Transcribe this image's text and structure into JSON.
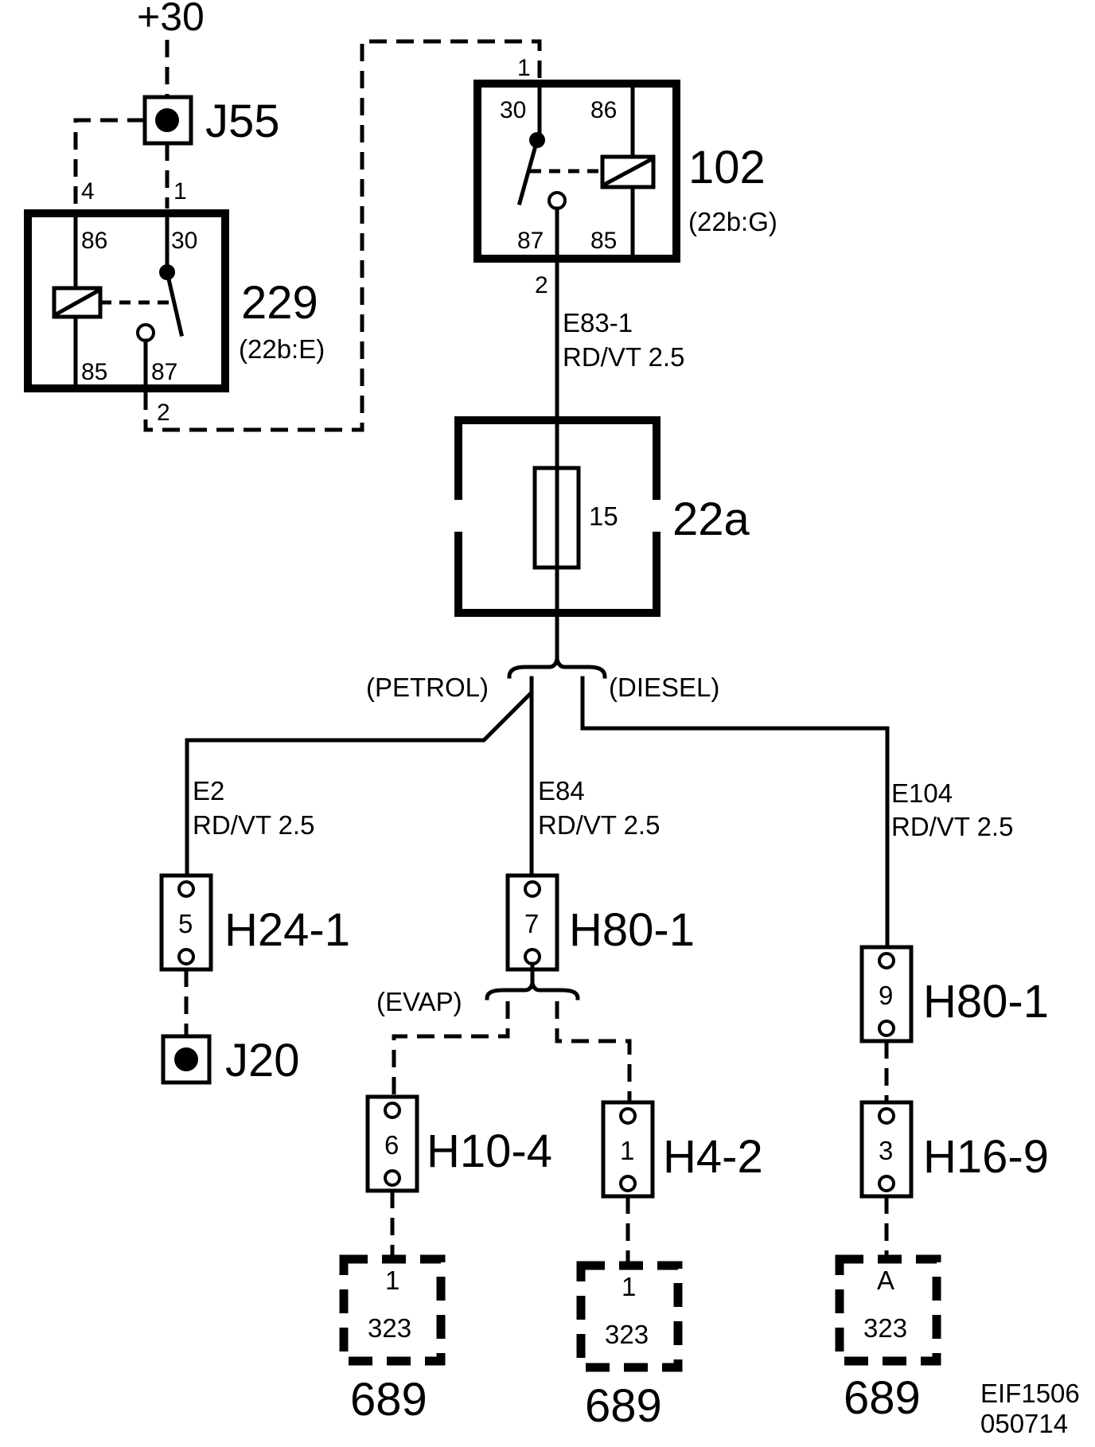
{
  "supply": "+30",
  "j55": "J55",
  "relay_229": {
    "id": "229",
    "ref": "(22b:E)",
    "p86": "86",
    "p30": "30",
    "p85": "85",
    "p87": "87",
    "pin4": "4",
    "pin1": "1",
    "pin2": "2"
  },
  "relay_102": {
    "id": "102",
    "ref": "(22b:G)",
    "p30": "30",
    "p86": "86",
    "p87": "87",
    "p85": "85",
    "pin1": "1",
    "pin2": "2"
  },
  "wire_e83": {
    "id": "E83-1",
    "spec": "RD/VT   2.5"
  },
  "fuse": {
    "box": "22a",
    "number": "15"
  },
  "petrol": "(PETROL)",
  "diesel": "(DIESEL)",
  "evap": "(EVAP)",
  "wire_e2": {
    "id": "E2",
    "spec": "RD/VT  2.5"
  },
  "wire_e84": {
    "id": "E84",
    "spec": "RD/VT 2.5"
  },
  "wire_e104": {
    "id": "E104",
    "spec": "RD/VT 2.5"
  },
  "h24": {
    "name": "H24-1",
    "pin": "5"
  },
  "h80a": {
    "name": "H80-1",
    "pin": "7"
  },
  "h80b": {
    "name": "H80-1",
    "pin": "9"
  },
  "j20": "J20",
  "h10": {
    "name": "H10-4",
    "pin": "6"
  },
  "h4": {
    "name": "H4-2",
    "pin": "1"
  },
  "h16": {
    "name": "H16-9",
    "pin": "3"
  },
  "comp1": {
    "pin": "1",
    "id": "323",
    "label": "689"
  },
  "comp2": {
    "pin": "1",
    "id": "323",
    "label": "689"
  },
  "comp3": {
    "pin": "A",
    "id": "323",
    "label": "689"
  },
  "doc": {
    "code": "EIF1506",
    "date": "050714"
  }
}
